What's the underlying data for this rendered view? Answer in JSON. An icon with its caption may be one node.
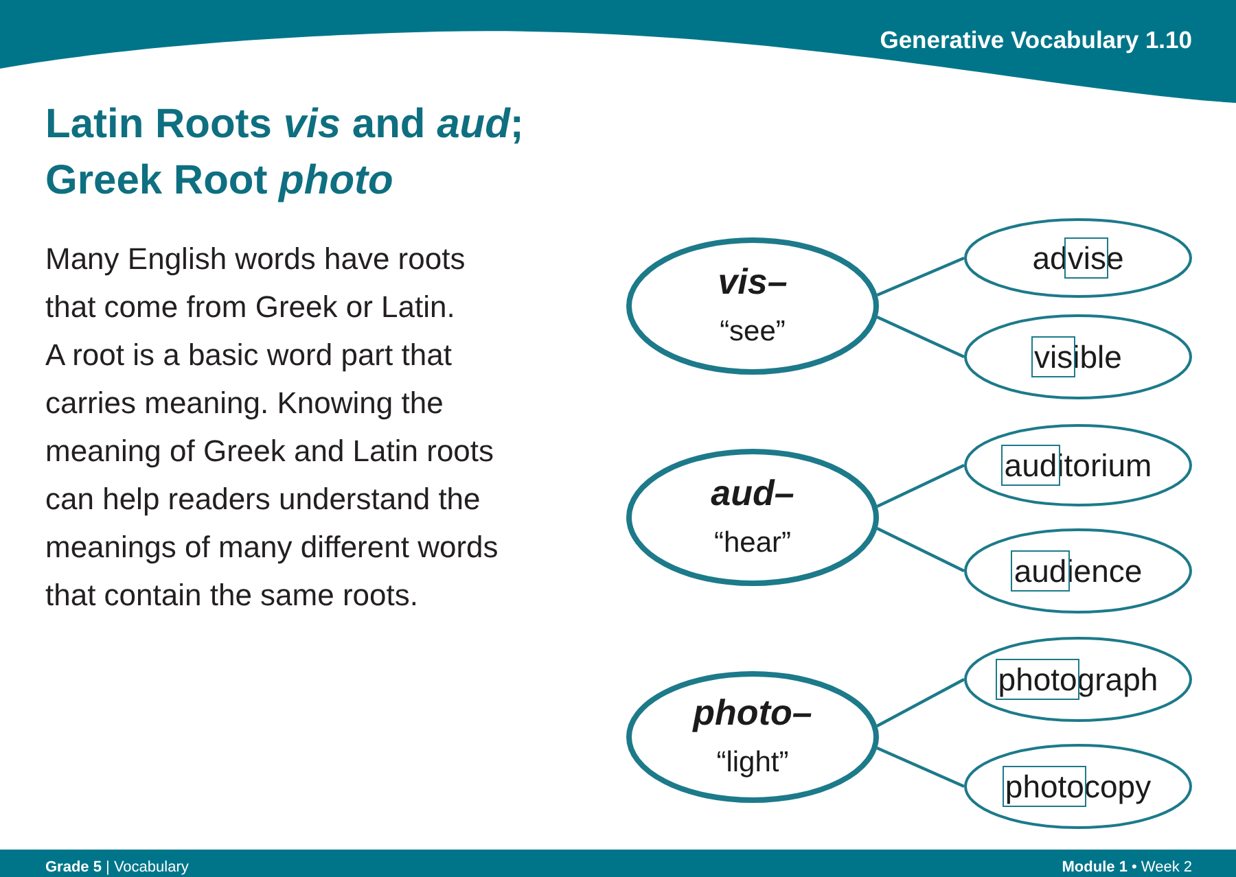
{
  "diagram": {
    "title": "Latin Roots *vis* and *aud*; Greek Root *photo*",
    "nodes": [
      {
        "text": [
          "vis–",
          "“see”"
        ]
      },
      {
        "text": [
          "advise"
        ]
      },
      {
        "text": [
          "visible"
        ]
      },
      {
        "text": [
          "aud–",
          "“hear”"
        ]
      },
      {
        "text": [
          "auditorium"
        ]
      },
      {
        "text": [
          "audience"
        ]
      },
      {
        "text": [
          "photo–",
          "“light”"
        ]
      },
      {
        "text": [
          "photograph"
        ]
      },
      {
        "text": [
          "photocopy"
        ]
      }
    ],
    "edges": [
      {
        "from": 0,
        "to": 1,
        "arrow": "none"
      },
      {
        "from": 0,
        "to": 2,
        "arrow": "none"
      },
      {
        "from": 3,
        "to": 4,
        "arrow": "none"
      },
      {
        "from": 3,
        "to": 5,
        "arrow": "none"
      },
      {
        "from": 6,
        "to": 7,
        "arrow": "none"
      },
      {
        "from": 6,
        "to": 8,
        "arrow": "none"
      }
    ],
    "labels": [
      "Generative Vocabulary 1.10",
      "Many English words have roots that come from Greek or Latin.",
      "A root is a basic word part that carries meaning. Knowing the meaning of Greek and Latin roots can help readers understand the meanings of many different words that contain the same roots.",
      "**Grade 5** | Vocabulary",
      "**Module 1** • Week 2"
    ]
  }
}
